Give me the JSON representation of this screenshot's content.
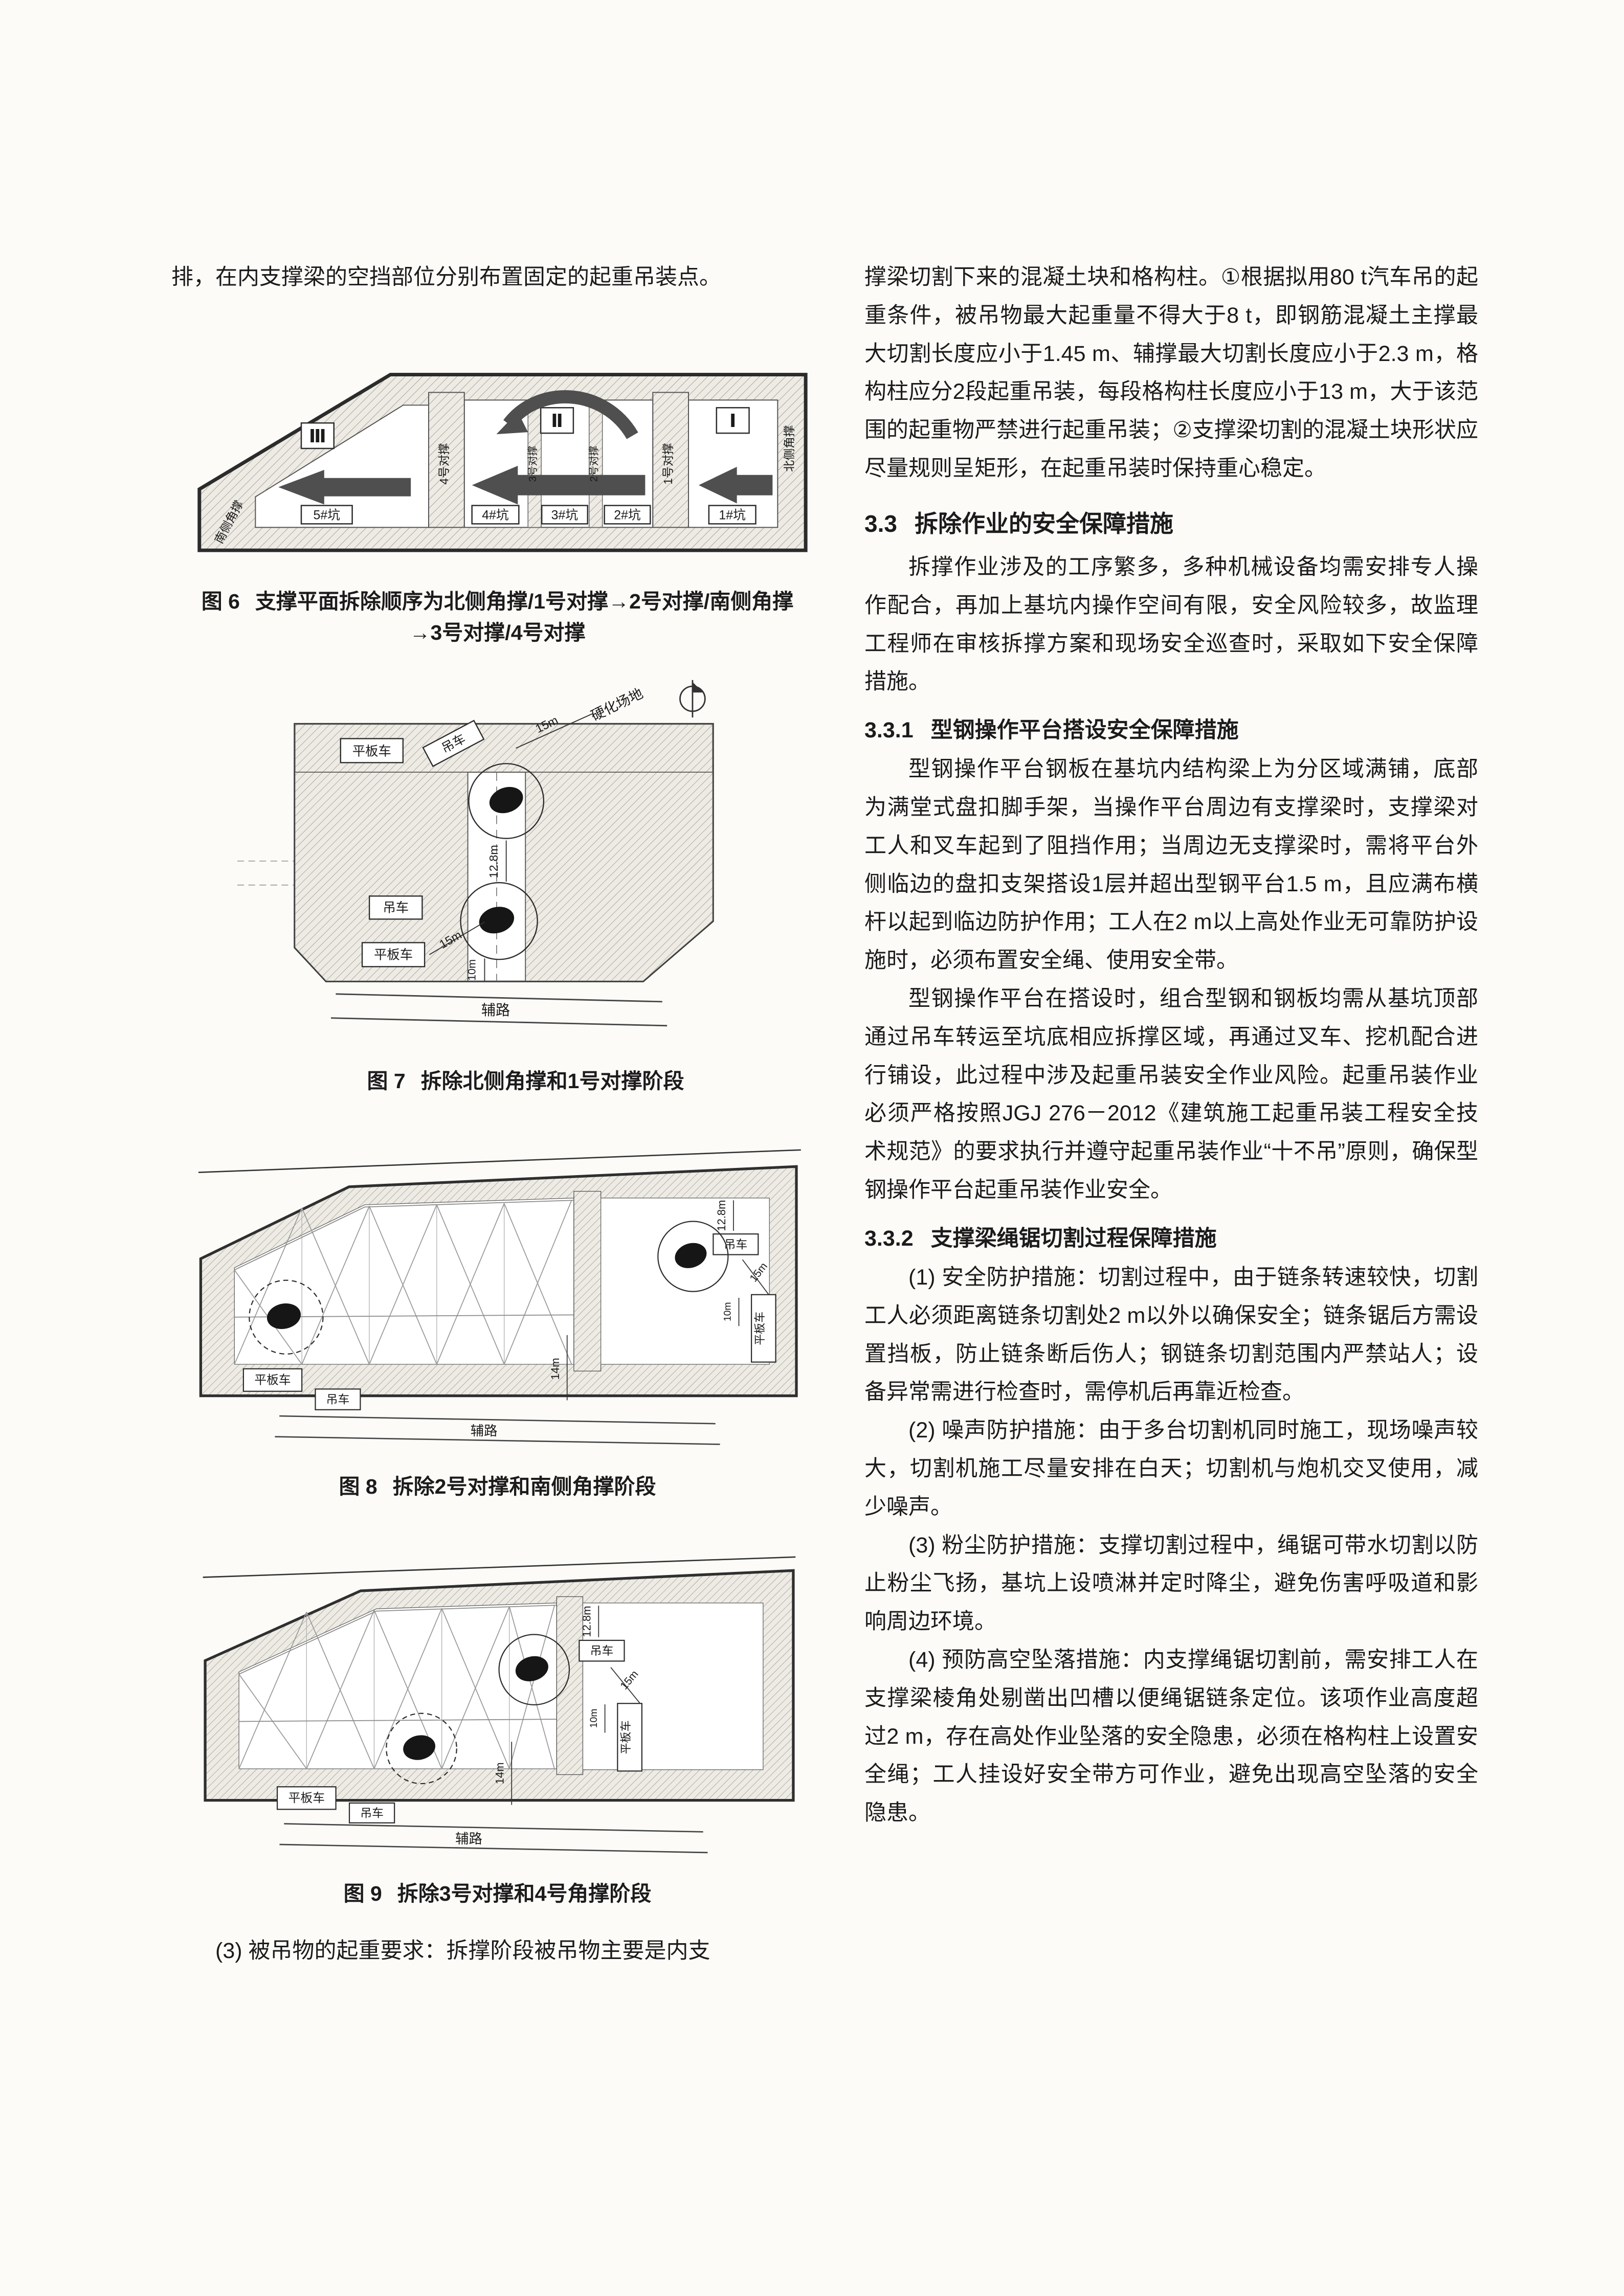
{
  "left": {
    "intro": "排，在内支撑梁的空挡部位分别布置固定的起重吊装点。",
    "outro": "(3) 被吊物的起重要求：拆撑阶段被吊物主要是内支"
  },
  "fig6": {
    "num": "图 6",
    "title": "支撑平面拆除顺序为北侧角撑/1号对撑→2号对撑/南侧角撑",
    "title2": "→3号对撑/4号对撑",
    "zone3": "Ⅲ",
    "zone2": "Ⅱ",
    "zone1": "Ⅰ",
    "south": "南侧角撑",
    "north": "北侧角撑",
    "pit5": "5#坑",
    "pit4": "4#坑",
    "pit3": "3#坑",
    "pit2": "2#坑",
    "pit1": "1#坑",
    "brace4": "4号对撑",
    "brace3": "3号对撑",
    "brace2": "2号对撑",
    "brace1": "1号对撑"
  },
  "fig7": {
    "num": "图 7",
    "title": "拆除北侧角撑和1号对撑阶段",
    "site": "硬化场地",
    "crane_top": "吊车",
    "flatbed_top": "平板车",
    "crane": "吊车",
    "flatbed_bottom": "平板车",
    "road": "辅路",
    "dim15a": "15m",
    "dim12_8": "12.8m",
    "dim15b": "15m",
    "dim10": "10m"
  },
  "fig8": {
    "num": "图 8",
    "title": "拆除2号对撑和南侧角撑阶段",
    "crane": "吊车",
    "flatbed": "平板车",
    "flatbed2": "平板车",
    "crane2": "吊车",
    "road": "辅路",
    "dim12_8": "12.8m",
    "dim15": "15m",
    "dim10": "10m",
    "dim14": "14m"
  },
  "fig9": {
    "num": "图 9",
    "title": "拆除3号对撑和4号角撑阶段",
    "crane": "吊车",
    "flatbed": "平板车",
    "flatbed2": "平板车",
    "crane2": "吊车",
    "road": "辅路",
    "dim12_8": "12.8m",
    "dim15": "15m",
    "dim10": "10m",
    "dim14": "14m"
  },
  "right": {
    "p1": "撑梁切割下来的混凝土块和格构柱。①根据拟用80 t汽车吊的起重条件，被吊物最大起重量不得大于8 t，即钢筋混凝土主撑最大切割长度应小于1.45 m、辅撑最大切割长度应小于2.3 m，格构柱应分2段起重吊装，每段格构柱长度应小于13 m，大于该范围的起重物严禁进行起重吊装；②支撑梁切割的混凝土块形状应尽量规则呈矩形，在起重吊装时保持重心稳定。",
    "h33_num": "3.3",
    "h33_text": "拆除作业的安全保障措施",
    "p2": "拆撑作业涉及的工序繁多，多种机械设备均需安排专人操作配合，再加上基坑内操作空间有限，安全风险较多，故监理工程师在审核拆撑方案和现场安全巡查时，采取如下安全保障措施。",
    "h331_num": "3.3.1",
    "h331_text": "型钢操作平台搭设安全保障措施",
    "p3": "型钢操作平台钢板在基坑内结构梁上为分区域满铺，底部为满堂式盘扣脚手架，当操作平台周边有支撑梁时，支撑梁对工人和叉车起到了阻挡作用；当周边无支撑梁时，需将平台外侧临边的盘扣支架搭设1层并超出型钢平台1.5 m，且应满布横杆以起到临边防护作用；工人在2 m以上高处作业无可靠防护设施时，必须布置安全绳、使用安全带。",
    "p4": "型钢操作平台在搭设时，组合型钢和钢板均需从基坑顶部通过吊车转运至坑底相应拆撑区域，再通过叉车、挖机配合进行铺设，此过程中涉及起重吊装安全作业风险。起重吊装作业必须严格按照JGJ 276－2012《建筑施工起重吊装工程安全技术规范》的要求执行并遵守起重吊装作业“十不吊”原则，确保型钢操作平台起重吊装作业安全。",
    "h332_num": "3.3.2",
    "h332_text": "支撑梁绳锯切割过程保障措施",
    "p5": "(1) 安全防护措施：切割过程中，由于链条转速较快，切割工人必须距离链条切割处2 m以外以确保安全；链条锯后方需设置挡板，防止链条断后伤人；钢链条切割范围内严禁站人；设备异常需进行检查时，需停机后再靠近检查。",
    "p6": "(2) 噪声防护措施：由于多台切割机同时施工，现场噪声较大，切割机施工尽量安排在白天；切割机与炮机交叉使用，减少噪声。",
    "p7": "(3) 粉尘防护措施：支撑切割过程中，绳锯可带水切割以防止粉尘飞扬，基坑上设喷淋并定时降尘，避免伤害呼吸道和影响周边环境。",
    "p8": "(4) 预防高空坠落措施：内支撑绳锯切割前，需安排工人在支撑梁棱角处剔凿出凹槽以便绳锯链条定位。该项作业高度超过2 m，存在高处作业坠落的安全隐患，必须在格构柱上设置安全绳；工人挂设好安全带方可作业，避免出现高空坠落的安全隐患。"
  }
}
